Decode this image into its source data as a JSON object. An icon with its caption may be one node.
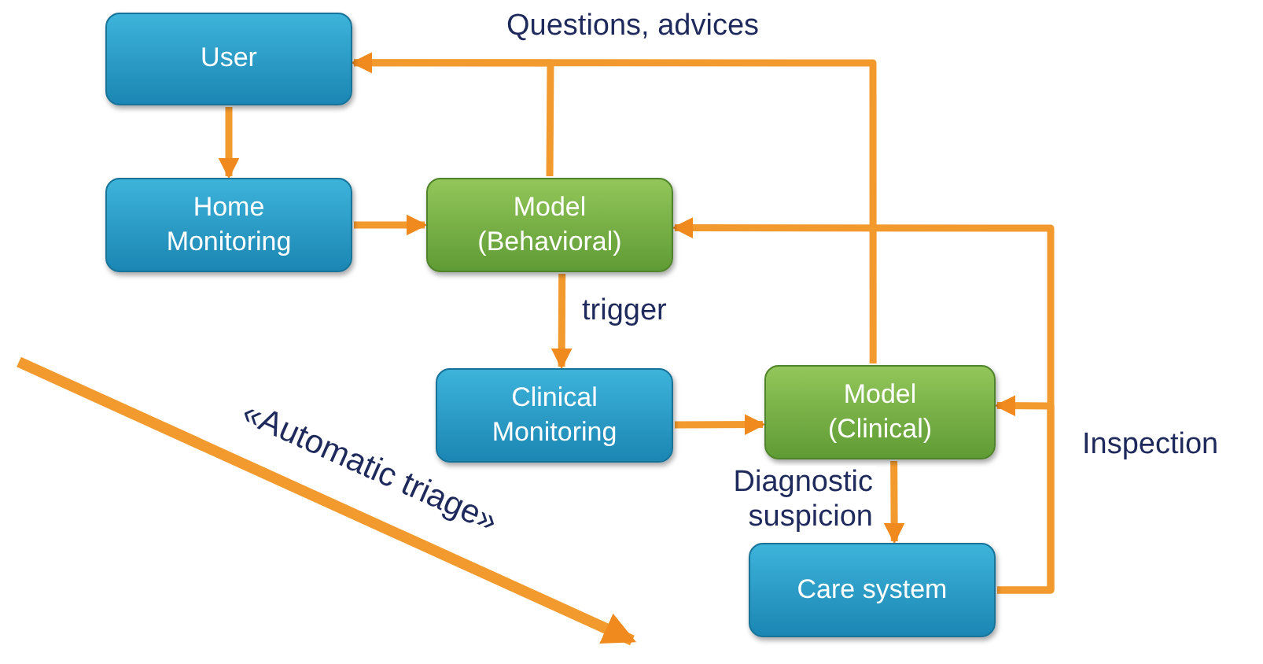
{
  "diagram": {
    "nodes": [
      {
        "text": [
          "User"
        ]
      },
      {
        "text": [
          "Home Monitoring"
        ]
      },
      {
        "text": [
          "Model (Behavioral)"
        ]
      },
      {
        "text": [
          "Clinical Monitoring"
        ]
      },
      {
        "text": [
          "Model (Clinical)"
        ]
      },
      {
        "text": [
          "Care system"
        ]
      }
    ],
    "edges": [
      {
        "from": 0,
        "to": 1,
        "arrow": "to"
      },
      {
        "from": 1,
        "to": 2,
        "arrow": "to"
      },
      {
        "from": 2,
        "to": 0,
        "arrow": "to",
        "label": "Questions, advices"
      },
      {
        "from": 4,
        "to": 0,
        "arrow": "to"
      },
      {
        "from": 2,
        "to": 3,
        "arrow": "to",
        "label": "trigger"
      },
      {
        "from": 3,
        "to": 4,
        "arrow": "to"
      },
      {
        "from": 4,
        "to": 5,
        "arrow": "to",
        "label": "Diagnostic suspicion"
      },
      {
        "from": 5,
        "to": 2,
        "arrow": "to",
        "label": "Inspection"
      },
      {
        "from": 5,
        "to": 4,
        "arrow": "to"
      }
    ],
    "labels": [
      "«Automatic triage»"
    ]
  }
}
